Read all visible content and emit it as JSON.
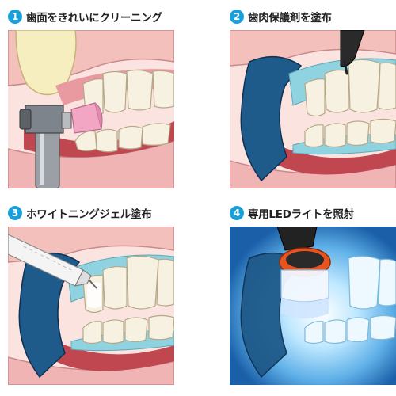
{
  "steps": [
    {
      "number": "1",
      "title": "歯面をきれいにクリーニング"
    },
    {
      "number": "2",
      "title": "歯肉保護剤を塗布"
    },
    {
      "number": "3",
      "title": "ホワイトニングジェル塗布"
    },
    {
      "number": "4",
      "title": "専用LEDライトを照射"
    }
  ],
  "colors": {
    "badge": "#1aa0d8",
    "gum": "#e89aa0",
    "lip": "#f0b4b4",
    "tooth": "#f6f1e0",
    "retractor": "#1e5a8a",
    "protector": "#8fd3e0",
    "led": "#e8531f"
  }
}
